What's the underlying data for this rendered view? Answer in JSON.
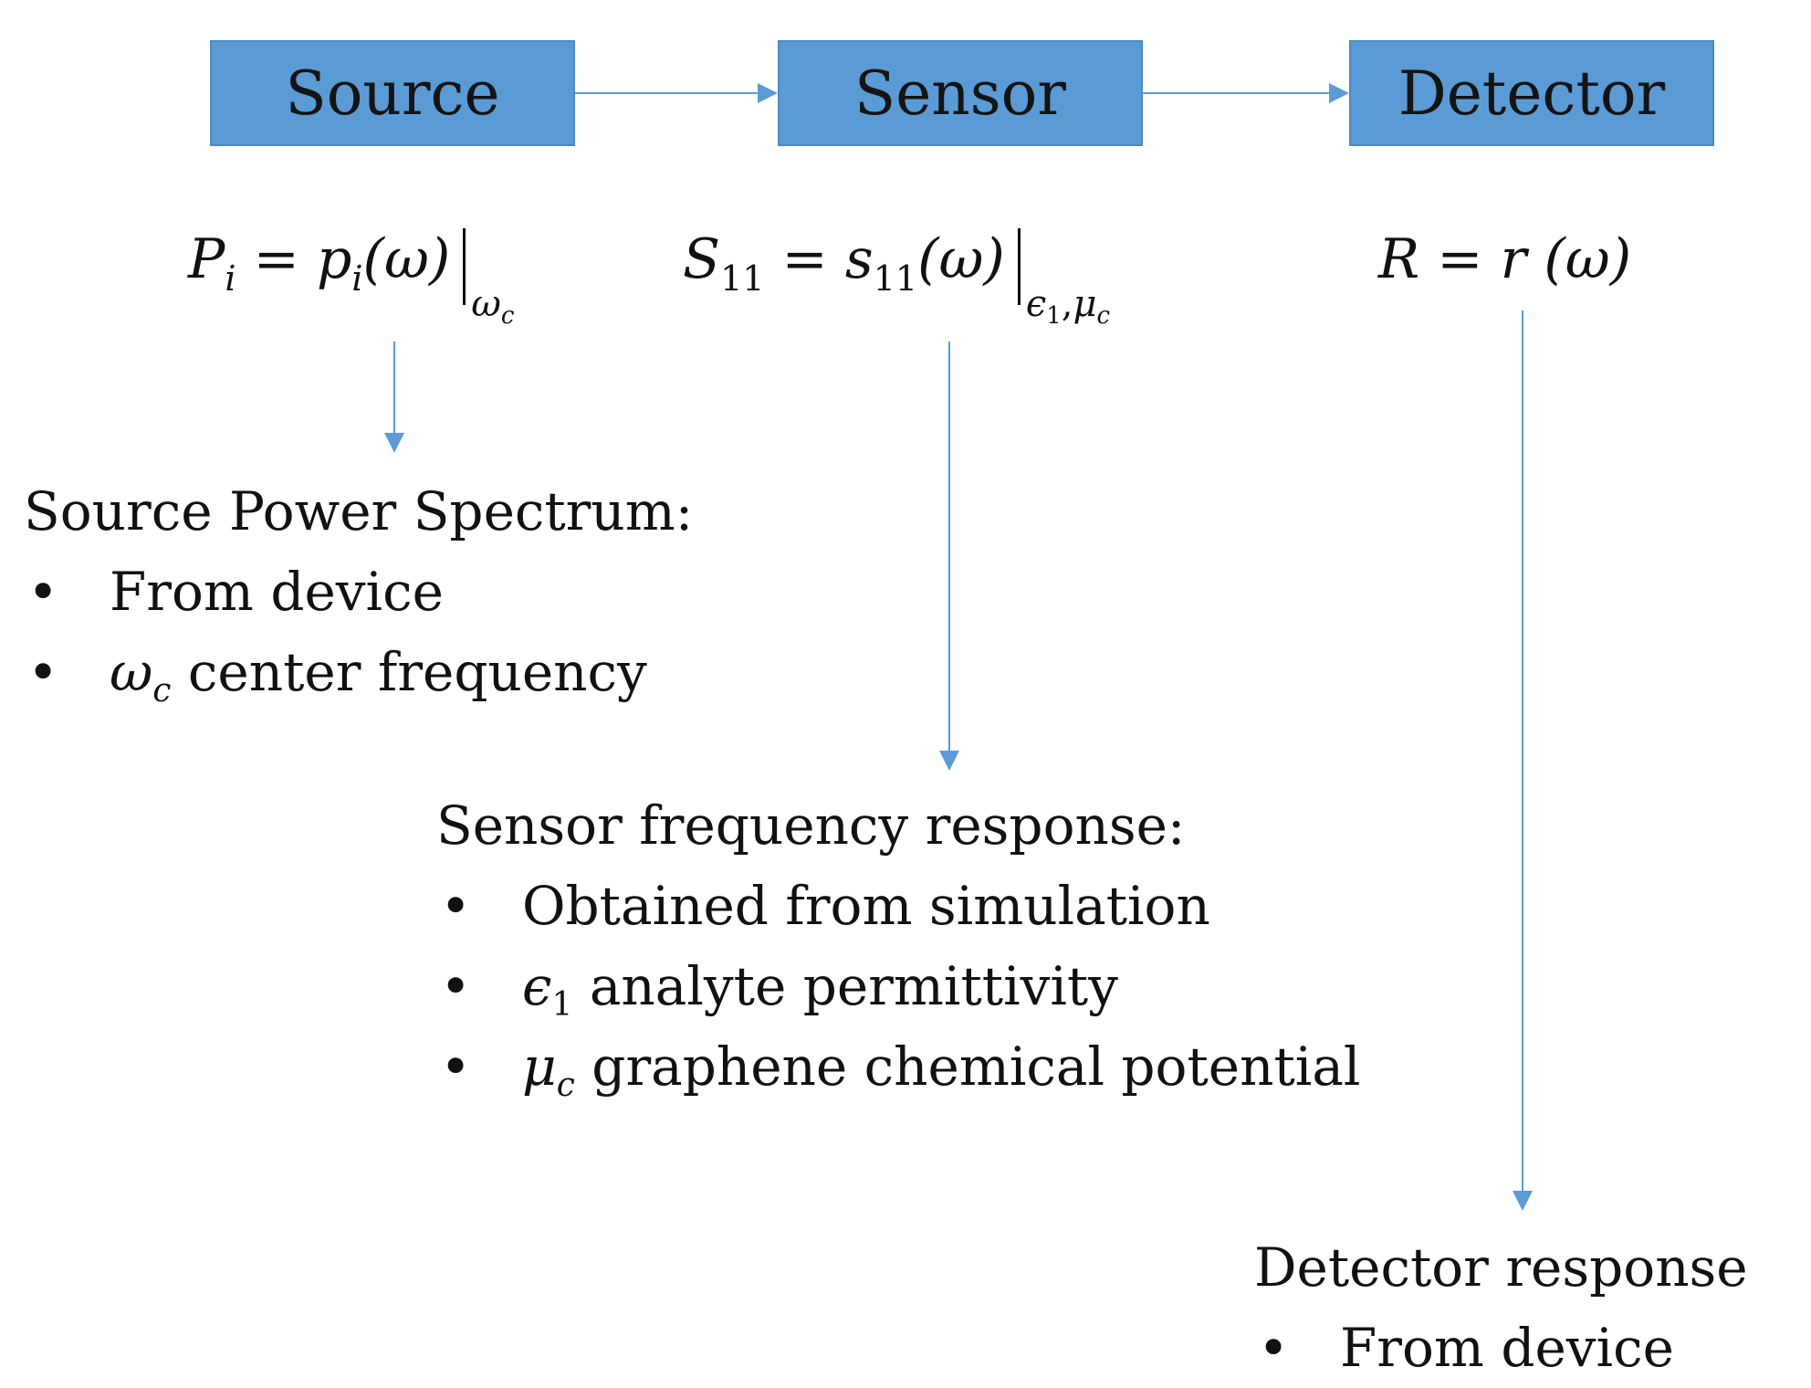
{
  "boxes": {
    "source": "Source",
    "sensor": "Sensor",
    "detector": "Detector"
  },
  "colors": {
    "box_fill": "#5b9bd5",
    "arrow": "#5b9bd5",
    "text": "#111111"
  },
  "equations": {
    "source": {
      "lhs": "P",
      "lhs_sub": "i",
      "equals": "=",
      "fn": "p",
      "fn_sub": "i",
      "arg": "(ω)",
      "eval_at": "ω",
      "eval_sub": "c"
    },
    "sensor": {
      "lhs": "S",
      "lhs_sub": "11",
      "equals": "=",
      "fn": "s",
      "fn_sub": "11",
      "arg": "(ω)",
      "eval_at_1": "ϵ",
      "eval_sub_1": "1",
      "eval_sep": ",",
      "eval_at_2": "μ",
      "eval_sub_2": "c"
    },
    "detector": {
      "lhs": "R",
      "equals": "=",
      "fn": "r",
      "arg": "(ω)"
    }
  },
  "source_block": {
    "heading": "Source Power Spectrum:",
    "bullet1": "From device",
    "bullet2_sym": "ω",
    "bullet2_sym_sub": "c",
    "bullet2_text": " center frequency"
  },
  "sensor_block": {
    "heading": "Sensor frequency response:",
    "bullet1": "Obtained from simulation",
    "bullet2_sym": "ϵ",
    "bullet2_sym_sub": "1",
    "bullet2_text": " analyte permittivity",
    "bullet3_sym": "μ",
    "bullet3_sym_sub": "c",
    "bullet3_text": " graphene chemical potential"
  },
  "detector_block": {
    "heading": "Detector response",
    "bullet1": "From device"
  }
}
